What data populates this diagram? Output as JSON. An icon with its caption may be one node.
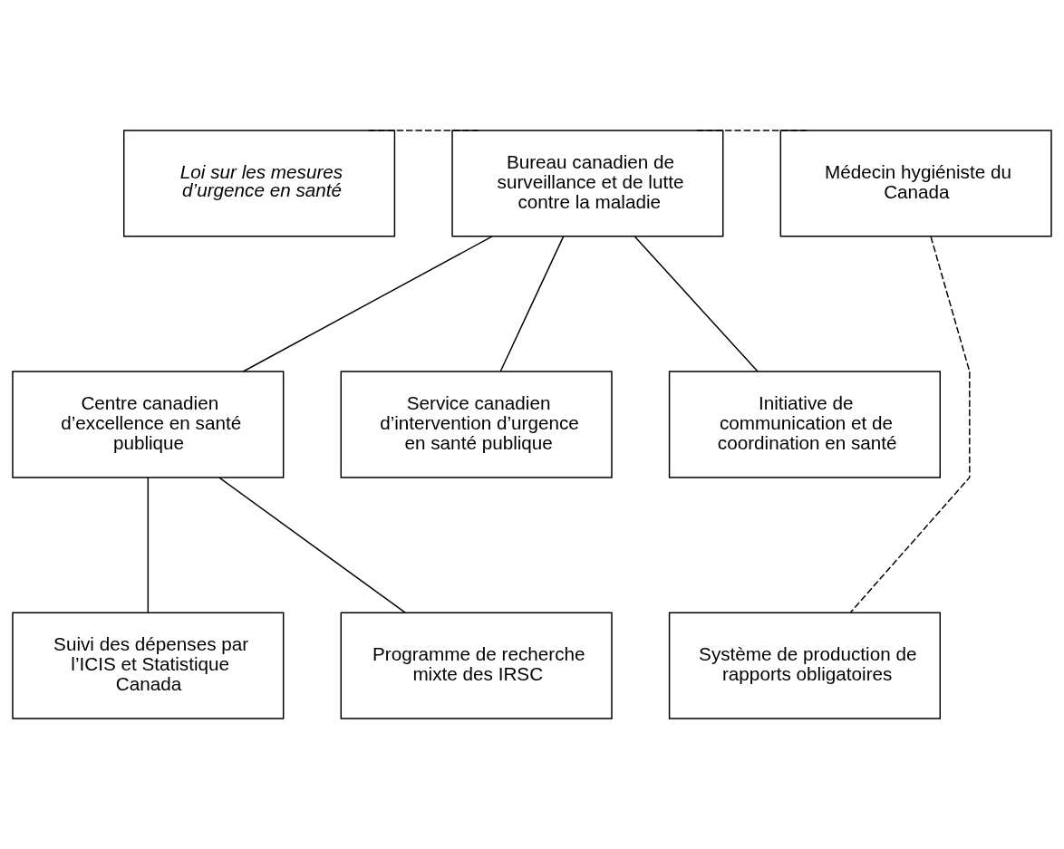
{
  "diagram": {
    "nodes": [
      {
        "text": [
          "Loi sur les mesures d’urgence en santé"
        ]
      },
      {
        "text": [
          "Bureau canadien de surveillance et de lutte contre la maladie"
        ]
      },
      {
        "text": [
          "Médecin hygiéniste du Canada"
        ]
      },
      {
        "text": [
          "Centre canadien d’excellence en santé publique"
        ]
      },
      {
        "text": [
          "Service canadien d’intervention d’urgence en santé publique"
        ]
      },
      {
        "text": [
          "Initiative de communication et de coordination en santé"
        ]
      },
      {
        "text": [
          "Suivi des dépenses par l’ICIS et Statistique Canada"
        ]
      },
      {
        "text": [
          "Programme de recherche mixte des IRSC"
        ]
      },
      {
        "text": [
          "Système de production de rapports obligatoires"
        ]
      }
    ],
    "edges": [
      {
        "from": 0,
        "to": 1,
        "arrow": "none",
        "style": "dashed"
      },
      {
        "from": 1,
        "to": 2,
        "arrow": "none",
        "style": "dashed"
      },
      {
        "from": 1,
        "to": 3,
        "arrow": "none"
      },
      {
        "from": 1,
        "to": 4,
        "arrow": "none"
      },
      {
        "from": 1,
        "to": 5,
        "arrow": "none"
      },
      {
        "from": 3,
        "to": 6,
        "arrow": "none"
      },
      {
        "from": 3,
        "to": 7,
        "arrow": "none"
      },
      {
        "from": 2,
        "to": 8,
        "arrow": "none",
        "style": "dashed"
      }
    ]
  }
}
